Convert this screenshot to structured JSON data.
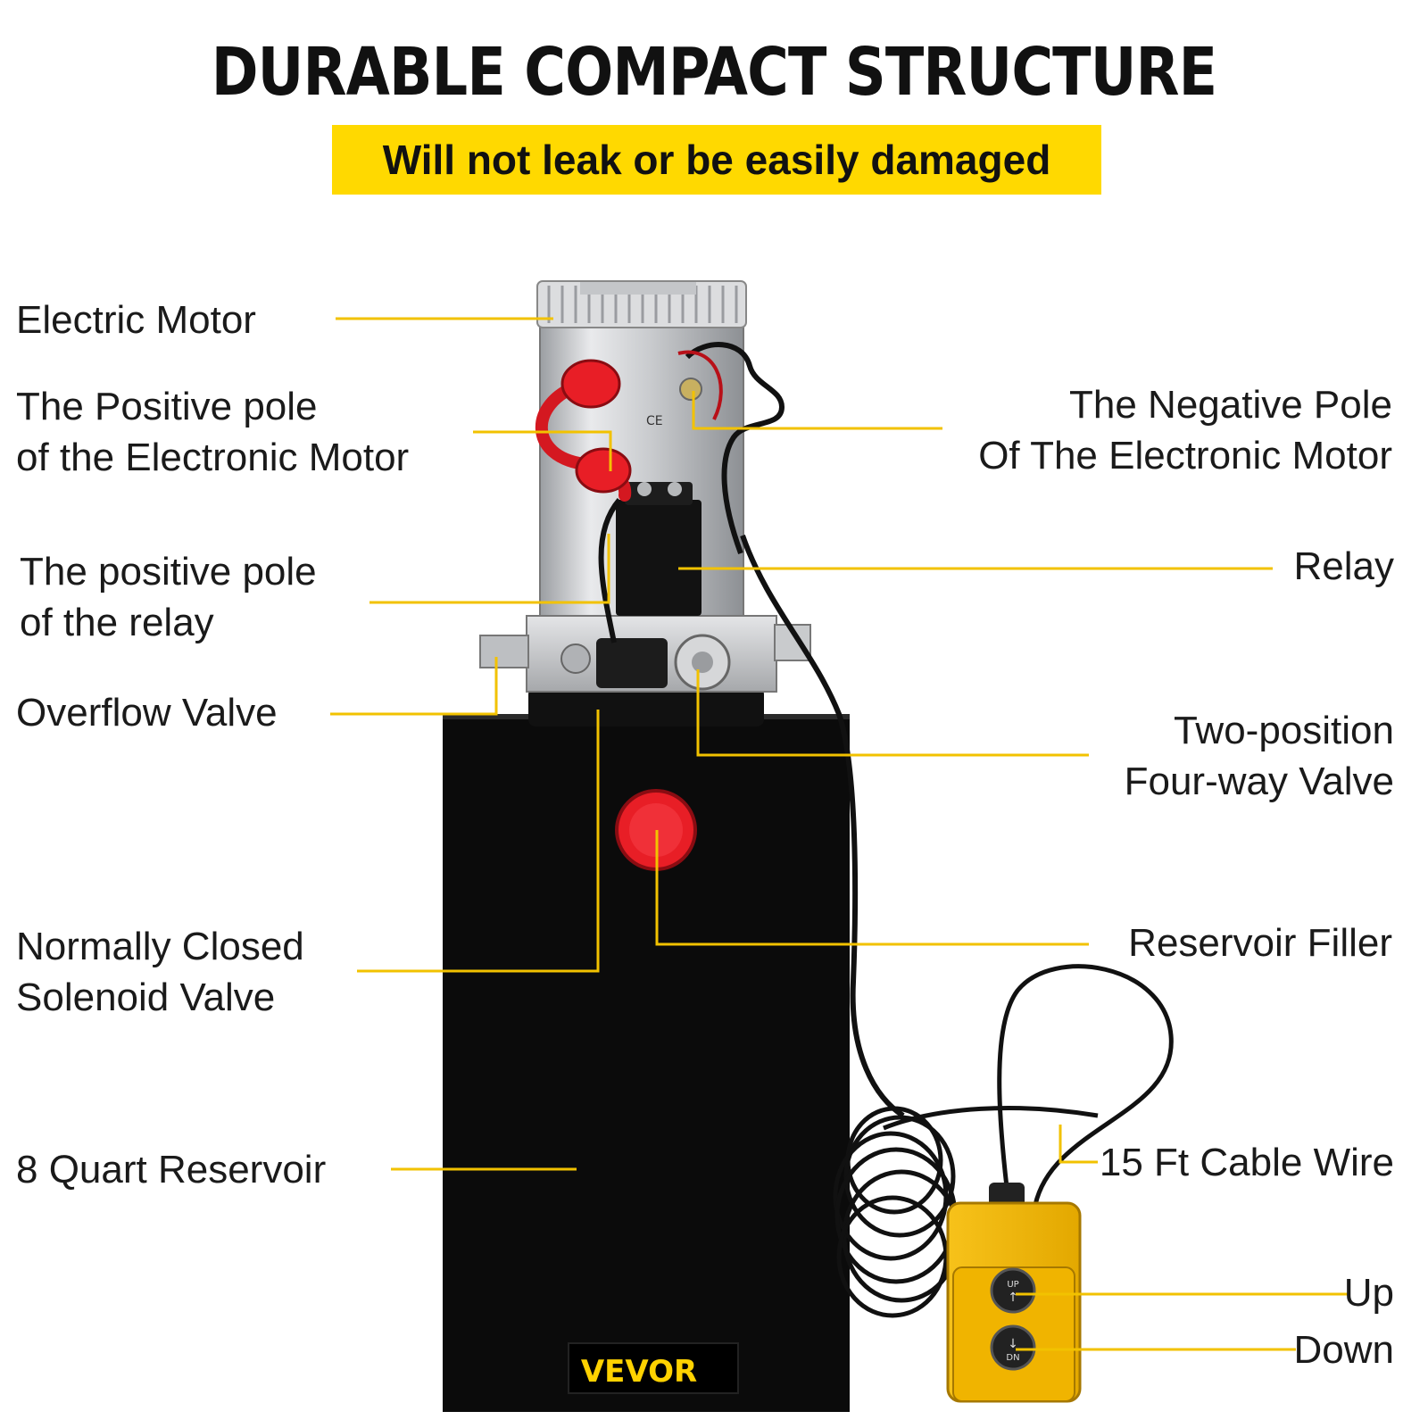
{
  "header": {
    "title": "DURABLE COMPACT STRUCTURE",
    "subtitle": "Will not leak or be easily damaged"
  },
  "labels": {
    "electric_motor": "Electric Motor",
    "positive_pole_motor": [
      "The Positive pole",
      "of the Electronic Motor"
    ],
    "positive_pole_relay": [
      "The positive pole",
      "of the relay"
    ],
    "overflow_valve": "Overflow Valve",
    "solenoid_valve": [
      "Normally Closed",
      "Solenoid Valve"
    ],
    "reservoir": "8 Quart Reservoir",
    "negative_pole_motor": [
      "The Negative Pole",
      "Of The Electronic Motor"
    ],
    "relay": "Relay",
    "four_way_valve": [
      "Two-position",
      "Four-way Valve"
    ],
    "reservoir_filler": "Reservoir Filler",
    "cable_wire": "15 Ft Cable Wire",
    "up": "Up",
    "down": "Down"
  },
  "product": {
    "brand": "VEVOR",
    "up_button": "UP",
    "down_button": "DN",
    "ce_mark": "CE"
  },
  "colors": {
    "accent": "#ffd900",
    "leader": "#f2c200",
    "tank": "#0b0b0b",
    "cap": "#e81e26",
    "pendant": "#f5b800"
  }
}
